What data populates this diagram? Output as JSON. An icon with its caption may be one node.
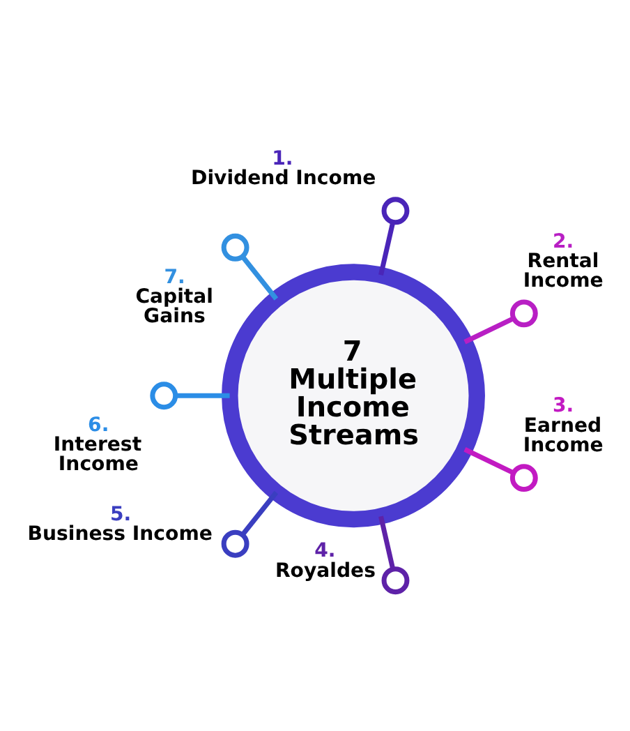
{
  "diagram": {
    "nodes": [
      {
        "text": [
          "7 Multiple Income Streams"
        ]
      },
      {
        "text": [],
        "shape": "circle",
        "beside": [
          "1.",
          "Dividend Income"
        ]
      },
      {
        "text": [],
        "shape": "circle",
        "beside": [
          "2.",
          "Rental Income"
        ]
      },
      {
        "text": [],
        "shape": "circle",
        "beside": [
          "3.",
          "Earned Income"
        ]
      },
      {
        "text": [],
        "shape": "circle",
        "beside": [
          "4.",
          "Royaldes"
        ]
      },
      {
        "text": [],
        "shape": "circle",
        "beside": [
          "5.",
          "Business Income"
        ]
      },
      {
        "text": [],
        "shape": "circle",
        "beside": [
          "6.",
          "Interest Income"
        ]
      },
      {
        "text": [],
        "shape": "circle",
        "beside": [
          "7.",
          "Capital Gains"
        ]
      }
    ],
    "edges": [
      {
        "from": 0,
        "to": 1,
        "arrow": "none",
        "color": "#4a25b8"
      },
      {
        "from": 0,
        "to": 2,
        "arrow": "none",
        "color": "#b81fc4"
      },
      {
        "from": 0,
        "to": 3,
        "arrow": "none",
        "color": "#c21ac2"
      },
      {
        "from": 0,
        "to": 4,
        "arrow": "none",
        "color": "#5e22a8"
      },
      {
        "from": 0,
        "to": 5,
        "arrow": "none",
        "color": "#3a3ec0"
      },
      {
        "from": 0,
        "to": 6,
        "arrow": "none",
        "color": "#2b8de6"
      },
      {
        "from": 0,
        "to": 7,
        "arrow": "none",
        "color": "#3290e0"
      }
    ]
  }
}
